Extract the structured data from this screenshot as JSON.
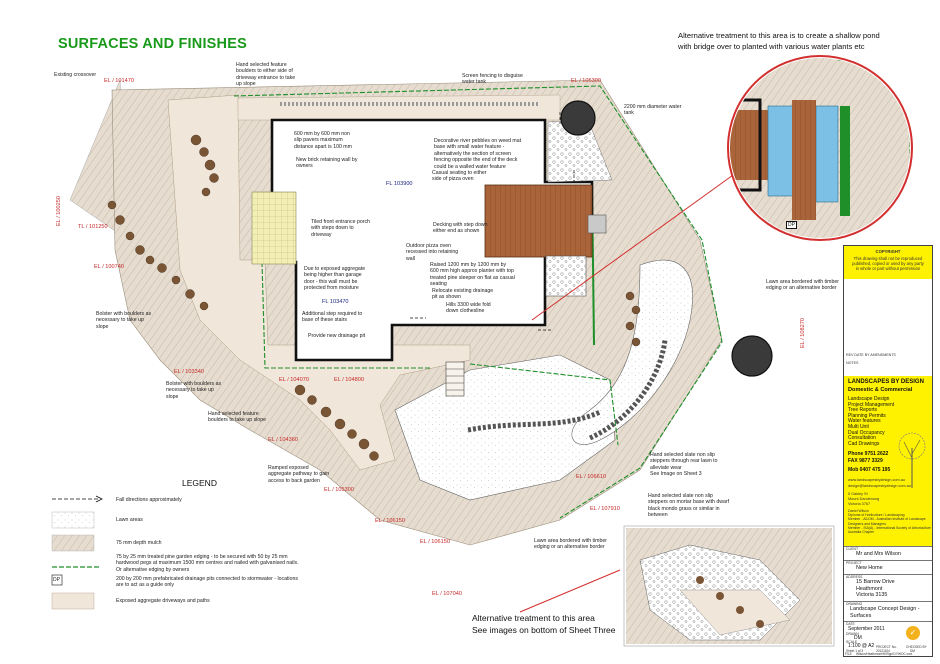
{
  "title": "SURFACES AND FINISHES",
  "alt_treatment_top": "Alternative treatment to this area is to create a shallow pond\nwith bridge over to planted with various water plants etc",
  "alt_treatment_bottom": "Alternative treatment to this area\nSee images on bottom of Sheet Three",
  "notes": {
    "existing_crossover": "Existing crossover",
    "feature_boulders_driveway": "Hand selected feature\nboulders to either side of\ndriveway entrance to take\nup slope",
    "screen_fencing": "Screen fencing to disguise\nwater tank",
    "water_tank": "2200 mm diameter water\ntank",
    "pavers": "600 mm by 600 mm non\nslip pavers maximum\ndistance apart is 100 mm",
    "retaining_wall": "New brick retaining wall by\nowners",
    "river_pebbles": "Decorative river pebbles on weed mat\nbase with small water feature -\nalternatively the section of screen\nfencing opposite the end of the deck\ncould be a walled water feature",
    "casual_seating": "Casual seating to either\nside of pizza oven",
    "entrance_porch": "Tiled front entrance porch\nwith steps down to\ndriveway",
    "decking": "Decking with step down\neither end as shown",
    "pizza_oven": "Outdoor pizza oven\nrecessed into retaining\nwall",
    "raised_planter": "Raised 1200 mm by 1200 mm by\n600 mm high approx planter with top\ntreated pine sleeper on flat as casual\nseating",
    "aggregate_garage": "Due to exposed aggregate\nbeing higher than garage\ndoor - this wall must be\nprotected from moisture",
    "relocate_drainage": "Relocate existing drainage\npit as shown",
    "clothesline": "Hills 3300 wide fold\ndown clothesline",
    "additional_step": "Additional step required to\nbase of these stairs",
    "drainage_pit": "Provide new drainage pit",
    "bolster_top": "Bolster with boulders as\nnecessary to take up\nslope",
    "bolster_mid": "Bolster with boulders as\nnecessary to take up\nslope",
    "boulders_slope": "Hand selected feature\nboulders to take up slope",
    "ramped_pathway": "Ramped exposed\naggregate pathway to gain\naccess to back garden",
    "lawn_timber_right": "Lawn area bordered with timber\nedging or an alternative border",
    "slate_steppers": "Hand selected slate non slip\nsteppers through rear lawn to\nalleviate wear\nSee Image on Sheet 3",
    "slate_mortar": "Hand selected slate non slip\nsteppers on mortar base with dwarf\nblack mondo grass or similar in\nbetween",
    "lawn_timber_bottom": "Lawn area bordered with timber\nedging or an alternative border"
  },
  "levels": {
    "el_101470": "EL / 101470",
    "el_105300": "EL / 105300",
    "el_100250": "EL / 100250",
    "tl_101250": "TL / 101250",
    "el_100740": "EL / 100740",
    "el_103340": "EL / 103340",
    "el_104070": "EL / 104070",
    "el_104800": "EL / 104800",
    "el_104360": "EL / 104360",
    "el_105300b": "EL / 105300",
    "el_106150": "EL / 106150",
    "el_106150b": "EL / 106150",
    "el_107040": "EL / 107040",
    "el_106610": "EL / 106610",
    "el_107910": "EL / 107910",
    "el_108270": "EL / 108270",
    "fl_103900": "FL 103900",
    "fl_103470": "FL 103470"
  },
  "legend": {
    "title": "LEGEND",
    "items": [
      {
        "label": "Fall directions approximately"
      },
      {
        "label": "Lawn areas"
      },
      {
        "label": "75 mm depth mulch"
      },
      {
        "label": "75 by 25 mm treated pine garden edging - to be secured with 50 by 25 mm\nhardwood pegs at maximum 1500 mm centres and nailed with galvanised nails.\nOr alternative edging by owners"
      },
      {
        "label": "200 by 200 mm prefabricated drainage pits connected to stormwater - locations\nare to act as a guide only",
        "symbol": "DP"
      },
      {
        "label": "Exposed aggregate driveways and paths"
      }
    ]
  },
  "dp_label": "DP",
  "title_block": {
    "copyright_head": "COPYRIGHT",
    "copyright": "This drawing shall not be reproduced\npublished, copied or used by any party\nin whole or part without permission",
    "rev_headers": "REV  DATE  BY     AMENDMENTS",
    "notes_label": "NOTES",
    "company": "LANDSCAPES BY DESIGN",
    "company_sub": "Domestic & Commercial",
    "services": "Landscape Design\nProject Management\nTree Reports\nPlanning Permits\nWater features\nMulti Unit\nDual Occupancy\nConsultation\nCad Drawings",
    "phone": "Phone  9751 2622",
    "fax": "FAX      9877 3329",
    "mob": "Mob 0407 475 195",
    "web": "www.landscapesbydesign.com.au",
    "email": "design@landscapesbydesign.com.au",
    "address": "5 Oakley St\nMount Dandenong\nVictoria  3767",
    "credentials": "Daniel Wilson\nDiploma of Horticulture / Landscaping\nMember - AILDM - Australian Institute of Landscape\nDesigners and Managers\nMember - ISA(A) - International Society of Arboriculture\nAustralia Chapter",
    "client_label": "CLIENT",
    "client": "Mr and Mrs Wilson",
    "project_label": "PROJECT",
    "project": "New Home",
    "address_label": "ADDRESS",
    "site_address": "15 Barrow Drive\nHeathmont\nVictoria 3135",
    "drawing_label": "DRAWING",
    "drawing": "Landscape Concept Design -\nSurfaces",
    "date_label": "DATE",
    "date": "September 2011",
    "drawn_label": "DRAWN",
    "drawn": "DM",
    "scale_label": "SCALE",
    "scale": "1:100 @ A2",
    "sheet_label": "SHEET",
    "sheet": "Sheet 1 of 3",
    "project_no_label": "PROJECT No.",
    "project_no": "20121104",
    "checked_label": "CHECKED BY",
    "checked": "DM",
    "file_label": "FILE",
    "file": "Wilson/Heathmont/H09pp01YWOC.vwx"
  },
  "colors": {
    "title_green": "#1a9a1a",
    "edging_green": "#1f8f2a",
    "deck": "#a9643a",
    "paving": "#f1e6da",
    "mulch": "#ddd3c4",
    "boulder": "#7a5535",
    "callout_red": "#d32f2f",
    "water": "#7cc0e6",
    "title_block_yellow": "#fff200"
  }
}
